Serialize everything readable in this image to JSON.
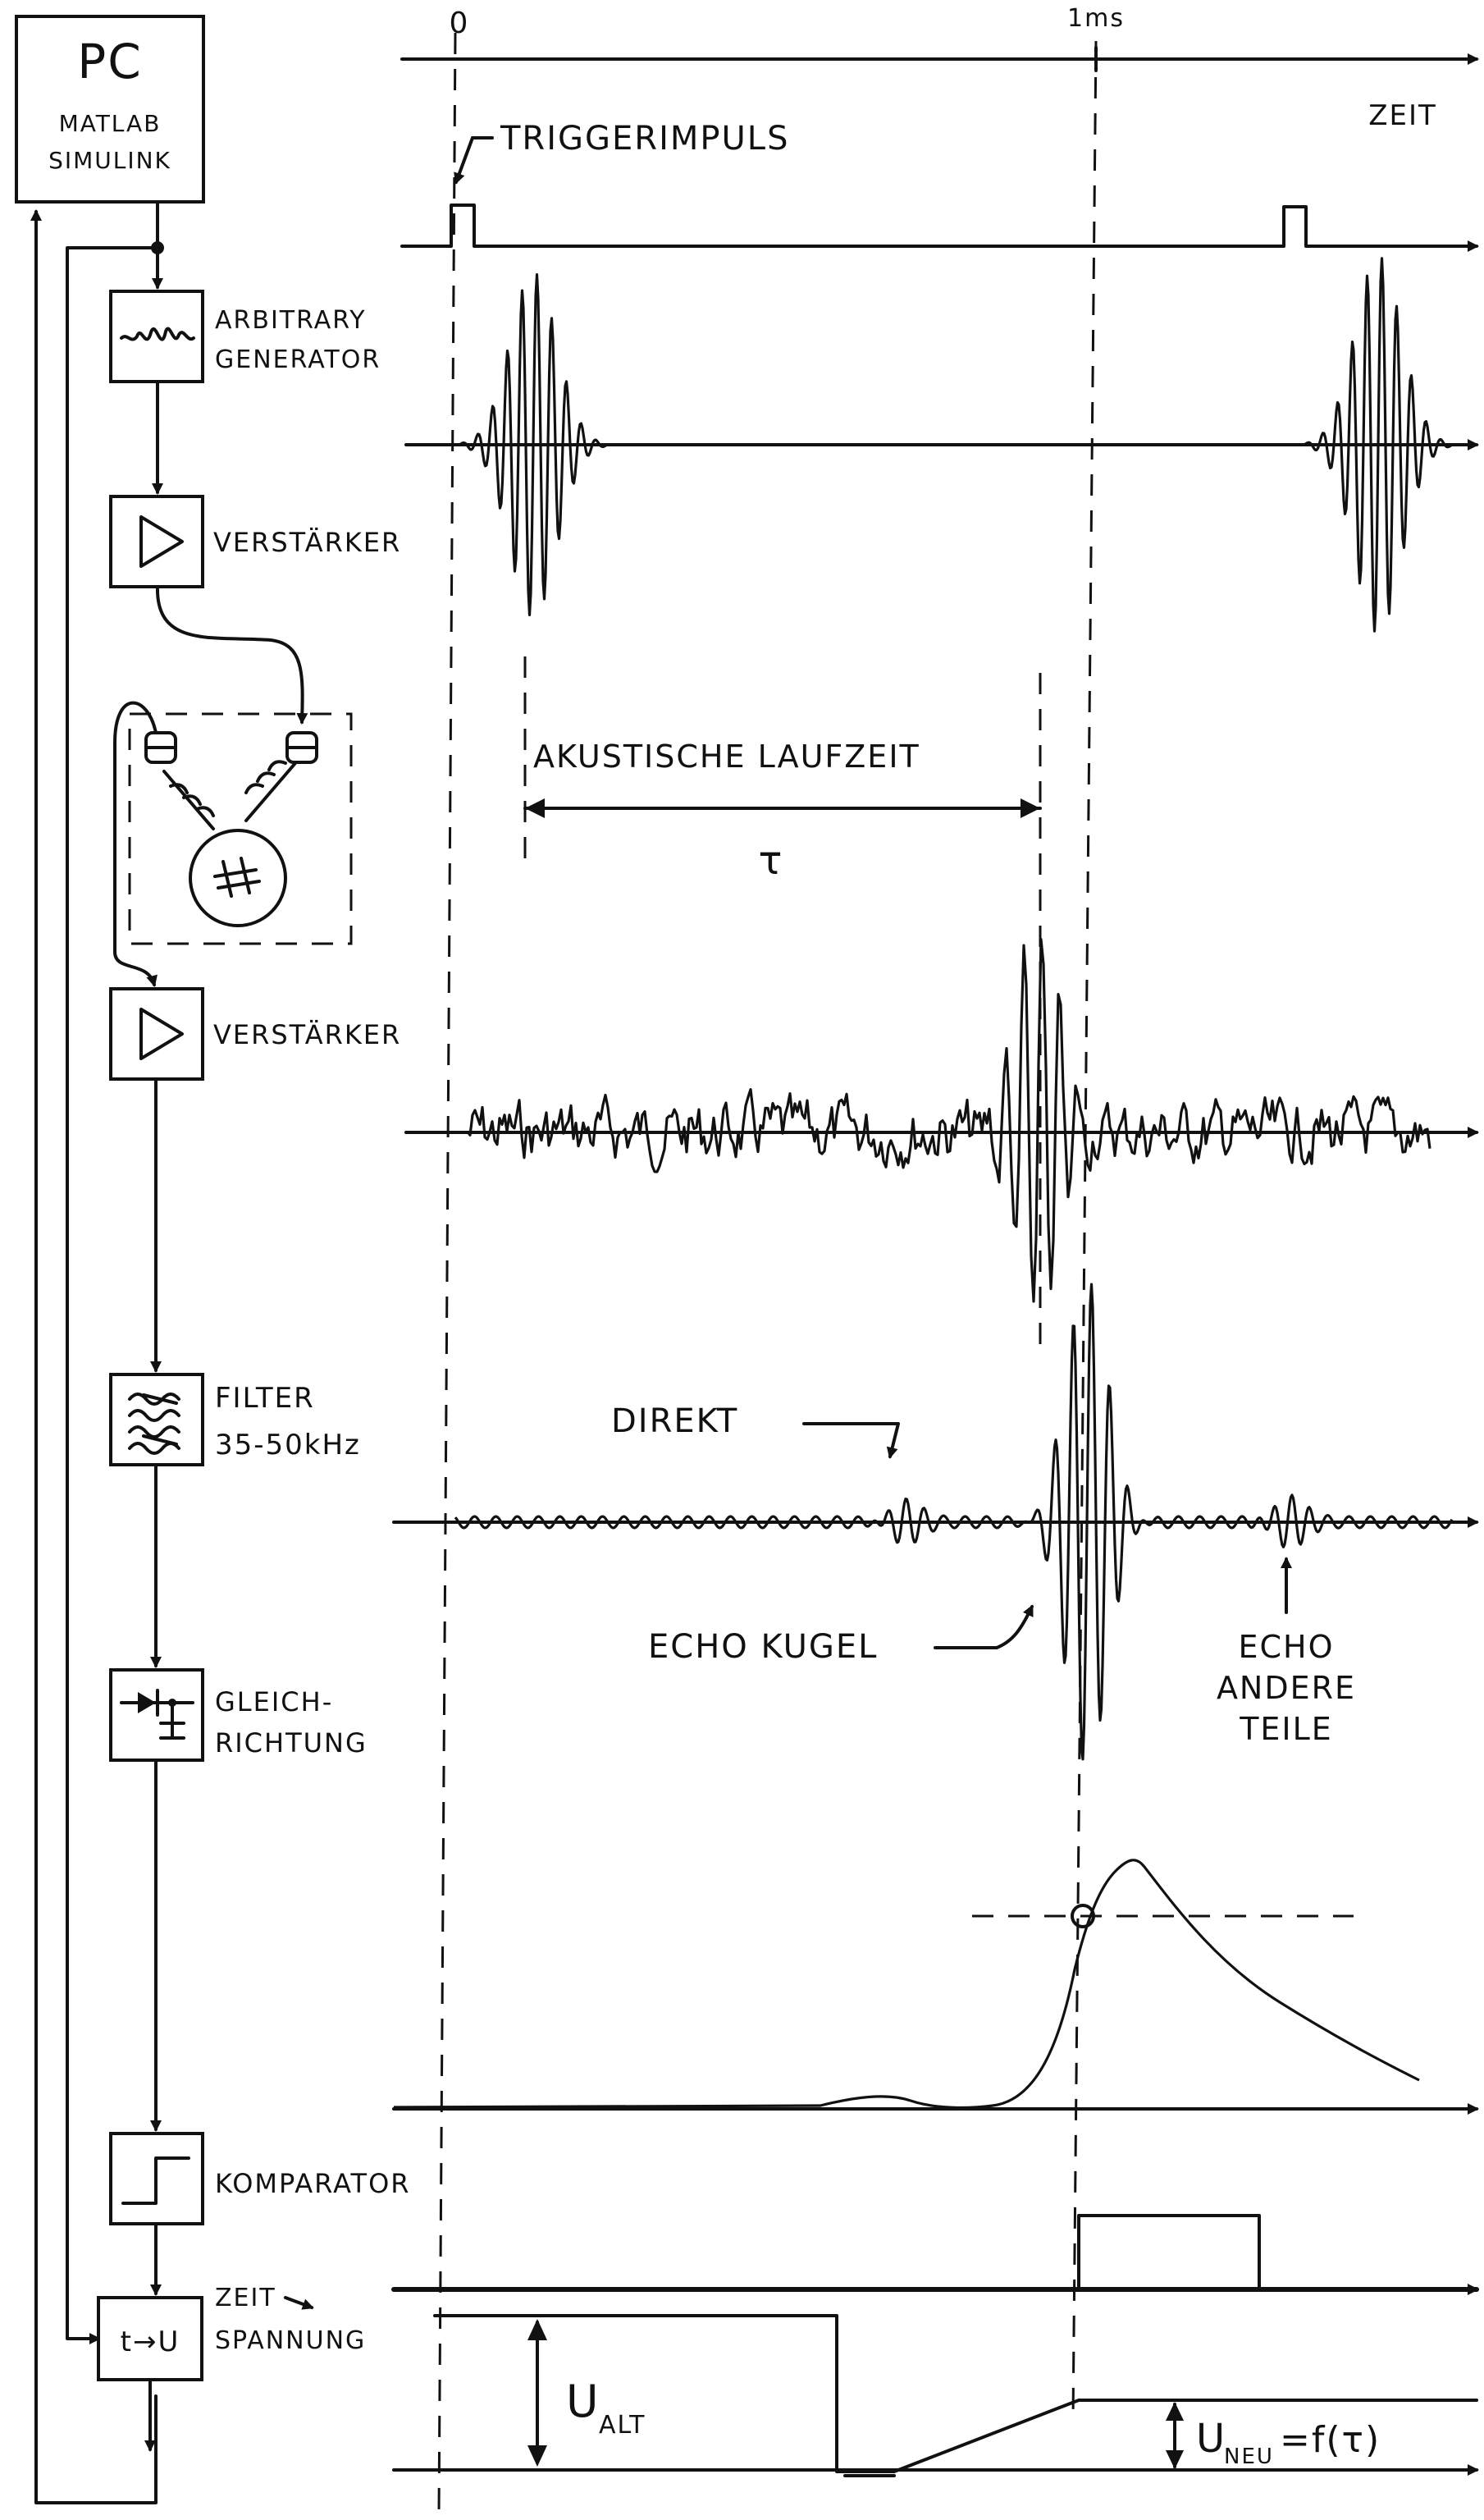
{
  "blocks": {
    "pc": "PC",
    "matlab": "MATLAB",
    "simulink": "SIMULINK",
    "arbitrary": "ARBITRARY",
    "generator": "GENERATOR",
    "verstaerker1": "VERSTÄRKER",
    "verstaerker2": "VERSTÄRKER",
    "filter": "FILTER",
    "filter_range": "35-50kHz",
    "gleich1": "GLEICH-",
    "gleich2": "RICHTUNG",
    "komparator": "KOMPARATOR",
    "zeit": "ZEIT",
    "spannung": "SPANNUNG",
    "t_to_u": "t→U"
  },
  "axis": {
    "zero": "0",
    "one_ms": "1ms",
    "zeit": "ZEIT"
  },
  "labels": {
    "trigger": "TRIGGERIMPULS",
    "akustische": "AKUSTISCHE LAUFZEIT",
    "tau": "τ",
    "direkt": "DIREKT",
    "echo_kugel": "ECHO KUGEL",
    "echo1": "ECHO",
    "echo2": "ANDERE",
    "echo3": "TEILE",
    "u_alt_main": "U",
    "u_alt_sub": "ALT",
    "u_neu_main": "U",
    "u_neu_sub": "NEU",
    "u_neu_formula": "=f(τ)"
  }
}
